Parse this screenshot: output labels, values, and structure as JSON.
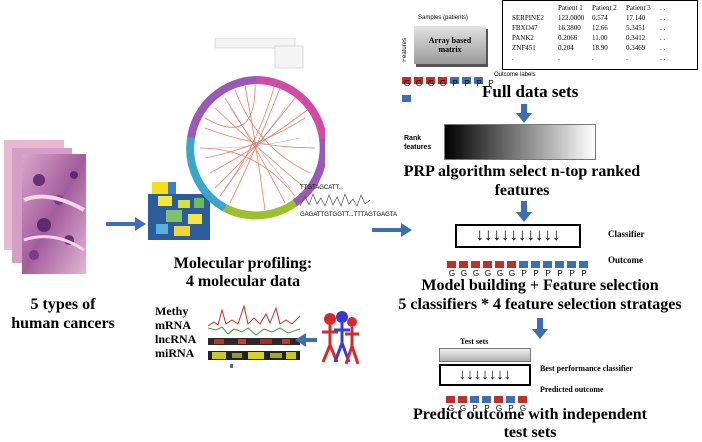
{
  "left": {
    "cancers_label_1": "5 types of",
    "cancers_label_2": "human cancers"
  },
  "profiling": {
    "title_1": "Molecular profiling:",
    "title_2": "4 molecular data",
    "rows": [
      "Methy",
      "mRNA",
      "lncRNA",
      "miRNA"
    ],
    "seq_1": "TTGTAGCATT...",
    "seq_2": "GAGATTGTGGTT...TTTAGTGAGTA"
  },
  "data_sets": {
    "samples_label": "Samples (patients)",
    "features_label": "Features",
    "matrix_label": "Array based matrix",
    "outcome_labels": "Outcome labels",
    "label_seq": [
      "G",
      "G",
      "G",
      "G",
      "P",
      "P",
      "P",
      "P"
    ],
    "table_headers": [
      "Patient 1",
      "Patient 2",
      "Patient 3",
      ". ."
    ],
    "table_rows": [
      [
        "SERPINE2",
        "122.0000",
        "0.574",
        "17.140",
        ". ."
      ],
      [
        "FBXO47",
        "16.3800",
        "12.66",
        "5.3451",
        ". ."
      ],
      [
        "PANK2",
        "0.2066",
        "11.00",
        "0.3412",
        ". ."
      ],
      [
        "ZNF451",
        "0.204",
        "18.90",
        "0.3469",
        ". ."
      ],
      [
        ".",
        ".",
        ".",
        ".",
        ". ."
      ],
      [
        ".",
        ".",
        ".",
        ".",
        ". ."
      ]
    ],
    "title": "Full data sets"
  },
  "ranking": {
    "rank_label_1": "Rank",
    "rank_label_2": "features",
    "prp_title_1": "PRP algorithm select n-top ranked",
    "prp_title_2": "features"
  },
  "model": {
    "classifier_label": "Classifier",
    "outcome_label": "Outcome",
    "outcome_seq": [
      "G",
      "G",
      "G",
      "G",
      "G",
      "G",
      "P",
      "P",
      "P",
      "P",
      "P",
      "P"
    ],
    "title_1": "Model building + Feature selection",
    "title_2": "5 classifiers * 4 feature selection stratages"
  },
  "test": {
    "test_sets_label": "Test sets",
    "best_label": "Best performance classifier",
    "predicted_label": "Predicted outcome",
    "predicted_seq": [
      "G",
      "G",
      "P",
      "P",
      "G",
      "P",
      "G"
    ],
    "title_1": "Predict outcome with independent",
    "title_2": "test sets"
  },
  "colors": {
    "arrow": "#3d6eb4",
    "red": "#c0302a",
    "blue": "#3d6eb4"
  }
}
